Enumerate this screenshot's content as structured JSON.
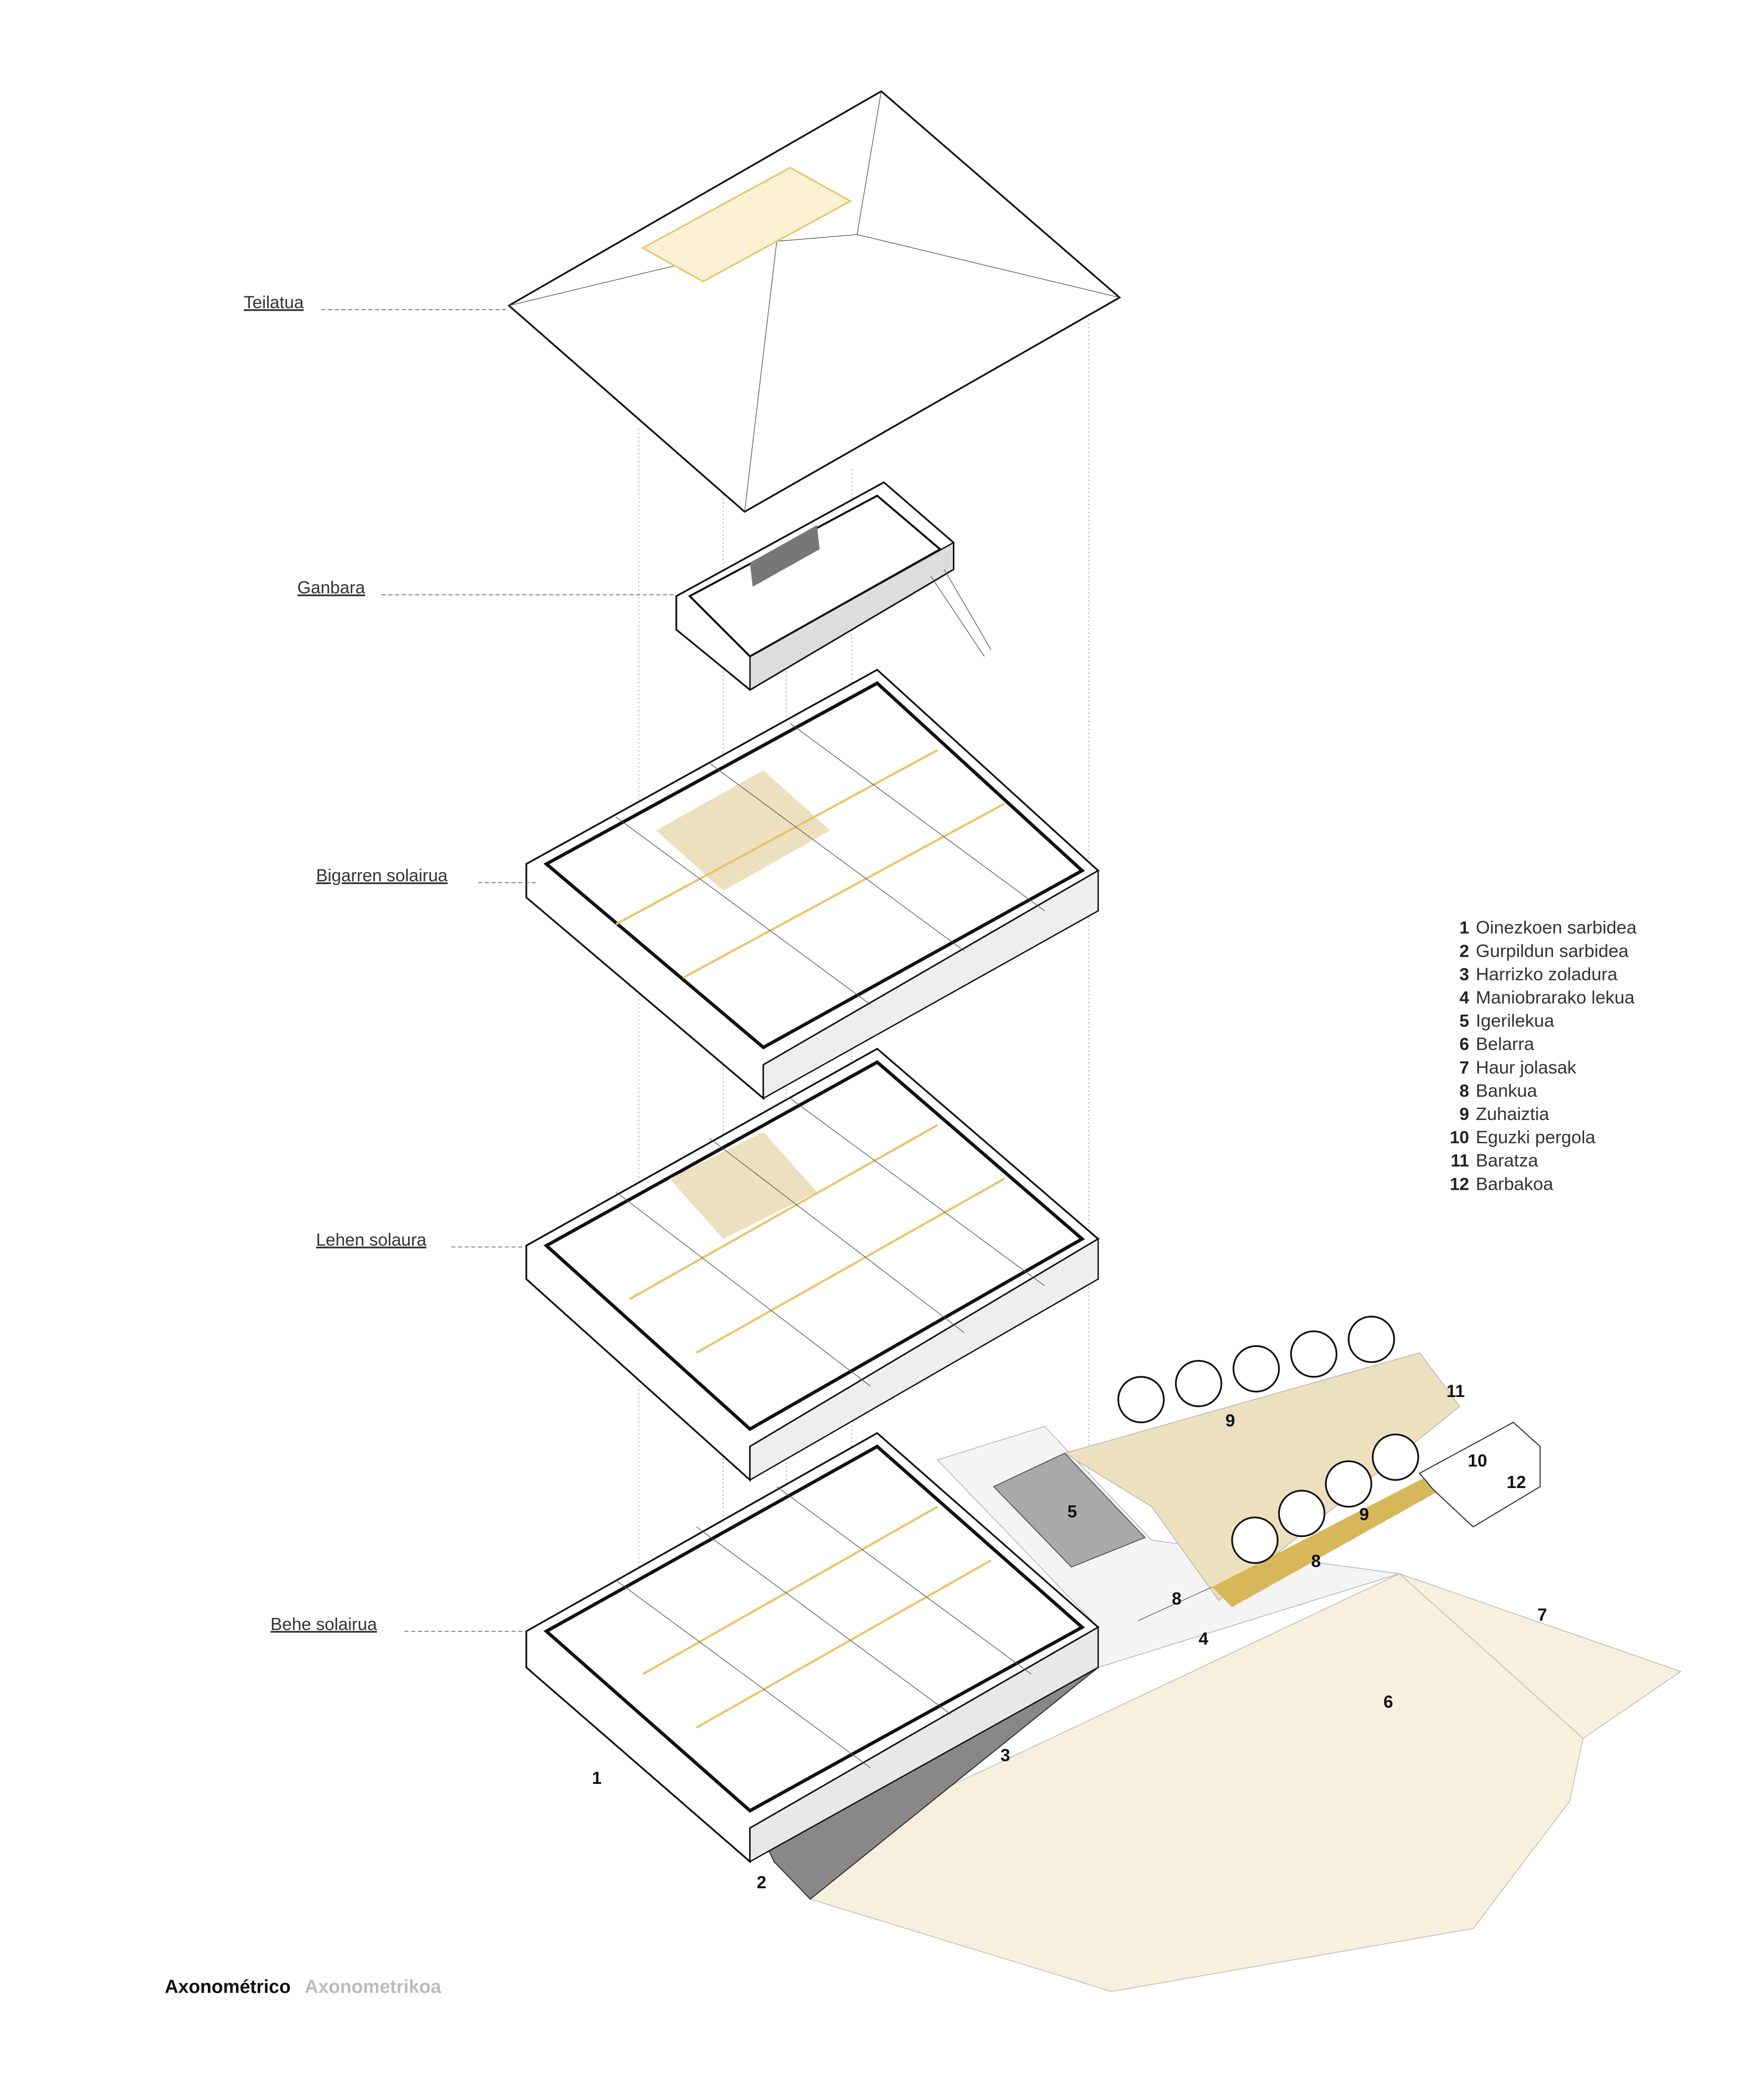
{
  "levels": [
    {
      "label": "Teilatua"
    },
    {
      "label": "Ganbara"
    },
    {
      "label": "Bigarren solairua"
    },
    {
      "label": "Lehen solaura"
    },
    {
      "label": "Behe solairua"
    }
  ],
  "site_numbers": [
    "1",
    "2",
    "3",
    "4",
    "5",
    "6",
    "7",
    "8",
    "8",
    "9",
    "9",
    "10",
    "11",
    "12"
  ],
  "legend": [
    {
      "n": "1",
      "t": "Oinezkoen sarbidea"
    },
    {
      "n": "2",
      "t": "Gurpildun sarbidea"
    },
    {
      "n": "3",
      "t": "Harrizko zoladura"
    },
    {
      "n": "4",
      "t": "Maniobrarako lekua"
    },
    {
      "n": "5",
      "t": "Igerilekua"
    },
    {
      "n": "6",
      "t": "Belarra"
    },
    {
      "n": "7",
      "t": "Haur jolasak"
    },
    {
      "n": "8",
      "t": "Bankua"
    },
    {
      "n": "9",
      "t": "Zuhaiztia"
    },
    {
      "n": "10",
      "t": "Eguzki pergola"
    },
    {
      "n": "11",
      "t": "Baratza"
    },
    {
      "n": "12",
      "t": "Barbakoa"
    }
  ],
  "caption": {
    "main": "Axonométrico",
    "secondary": "Axonometrikoa"
  },
  "colors": {
    "grass": "#f7f0dc",
    "garden": "#ece0bf",
    "gold": "#d8b75a",
    "pool": "#a9a9a9",
    "wall_dark": "#777777",
    "timber": "#e6c46a"
  }
}
